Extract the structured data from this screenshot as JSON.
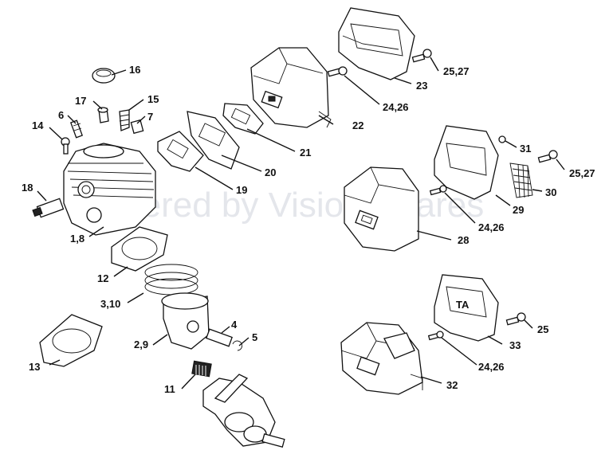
{
  "watermark": "Powered by Vision Spares",
  "labels": {
    "l16": "16",
    "l17": "17",
    "l15": "15",
    "l6": "6",
    "l7": "7",
    "l14": "14",
    "l18": "18",
    "l1_8": "1,8",
    "l12": "12",
    "l3_10": "3,10",
    "l2_9": "2,9",
    "l4": "4",
    "l5": "5",
    "l13": "13",
    "l11": "11",
    "l19": "19",
    "l20": "20",
    "l21": "21",
    "l22": "22",
    "l24_26a": "24,26",
    "l23": "23",
    "l25_27a": "25,27",
    "l31": "31",
    "l25_27b": "25,27",
    "l30": "30",
    "l29": "29",
    "l24_26b": "24,26",
    "l28": "28",
    "l25": "25",
    "l33": "33",
    "l24_26c": "24,26",
    "l32": "32",
    "ta_mark": "TA"
  }
}
